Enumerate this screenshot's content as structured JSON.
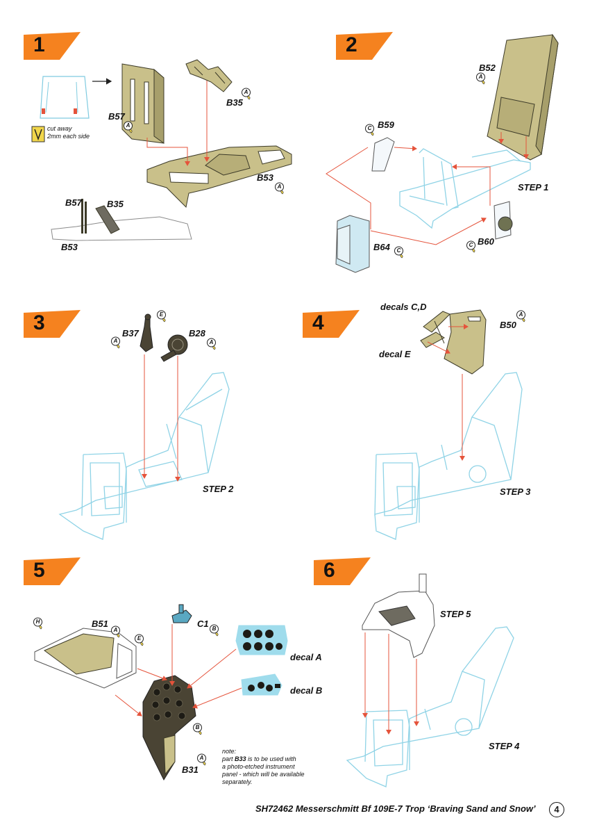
{
  "steps": [
    {
      "number": "1"
    },
    {
      "number": "2"
    },
    {
      "number": "3"
    },
    {
      "number": "4"
    },
    {
      "number": "5"
    },
    {
      "number": "6"
    }
  ],
  "step1": {
    "parts": {
      "b57": "B57",
      "b35": "B35",
      "b53": "B53",
      "b57b": "B57",
      "b35b": "B35",
      "b53b": "B53"
    },
    "cut_note": [
      "cut away",
      "2mm each side"
    ],
    "pins": {
      "b57": "A",
      "b35": "A",
      "b53": "A"
    }
  },
  "step2": {
    "parts": {
      "b52": "B52",
      "b59": "B59",
      "b64": "B64",
      "b60": "B60"
    },
    "ref": "STEP 1",
    "pins": {
      "b52": "A",
      "b59": "C",
      "b64": "C",
      "b60": "C"
    }
  },
  "step3": {
    "parts": {
      "b37": "B37",
      "b28": "B28"
    },
    "ref": "STEP 2",
    "pins": {
      "b37a": "A",
      "b37e": "E",
      "b28": "A"
    }
  },
  "step4": {
    "parts": {
      "b50": "B50"
    },
    "decals": {
      "cd": "decals C,D",
      "e": "decal E"
    },
    "ref": "STEP 3",
    "pins": {
      "b50": "A"
    }
  },
  "step5": {
    "parts": {
      "b51": "B51",
      "c1": "C1",
      "b31": "B31"
    },
    "decals": {
      "a": "decal A",
      "b": "decal B"
    },
    "note_label": "note:",
    "note_lines": [
      "part",
      "B33",
      "is to be used with",
      "a photo-etched instrument",
      "panel - which will be available",
      "separately."
    ],
    "pins": {
      "h": "H",
      "b51": "A",
      "e": "E",
      "c1": "B",
      "b31b": "B",
      "b31a": "A"
    }
  },
  "step6": {
    "refs": {
      "s5": "STEP 5",
      "s4": "STEP 4"
    }
  },
  "footer": {
    "text": "SH72462 Messerschmitt Bf 109E-7 Trop ‘Braving Sand and Snow’",
    "page": "4"
  },
  "colors": {
    "badge": "#f5821f",
    "part_fill": "#c9c08a",
    "part_stroke": "#3c3a28",
    "cockpit_line": "#8fd3e6",
    "arrow": "#e5533b",
    "pin": "#f1d64b",
    "panel": "#4a4434",
    "decal_bg": "#9fdcec"
  }
}
